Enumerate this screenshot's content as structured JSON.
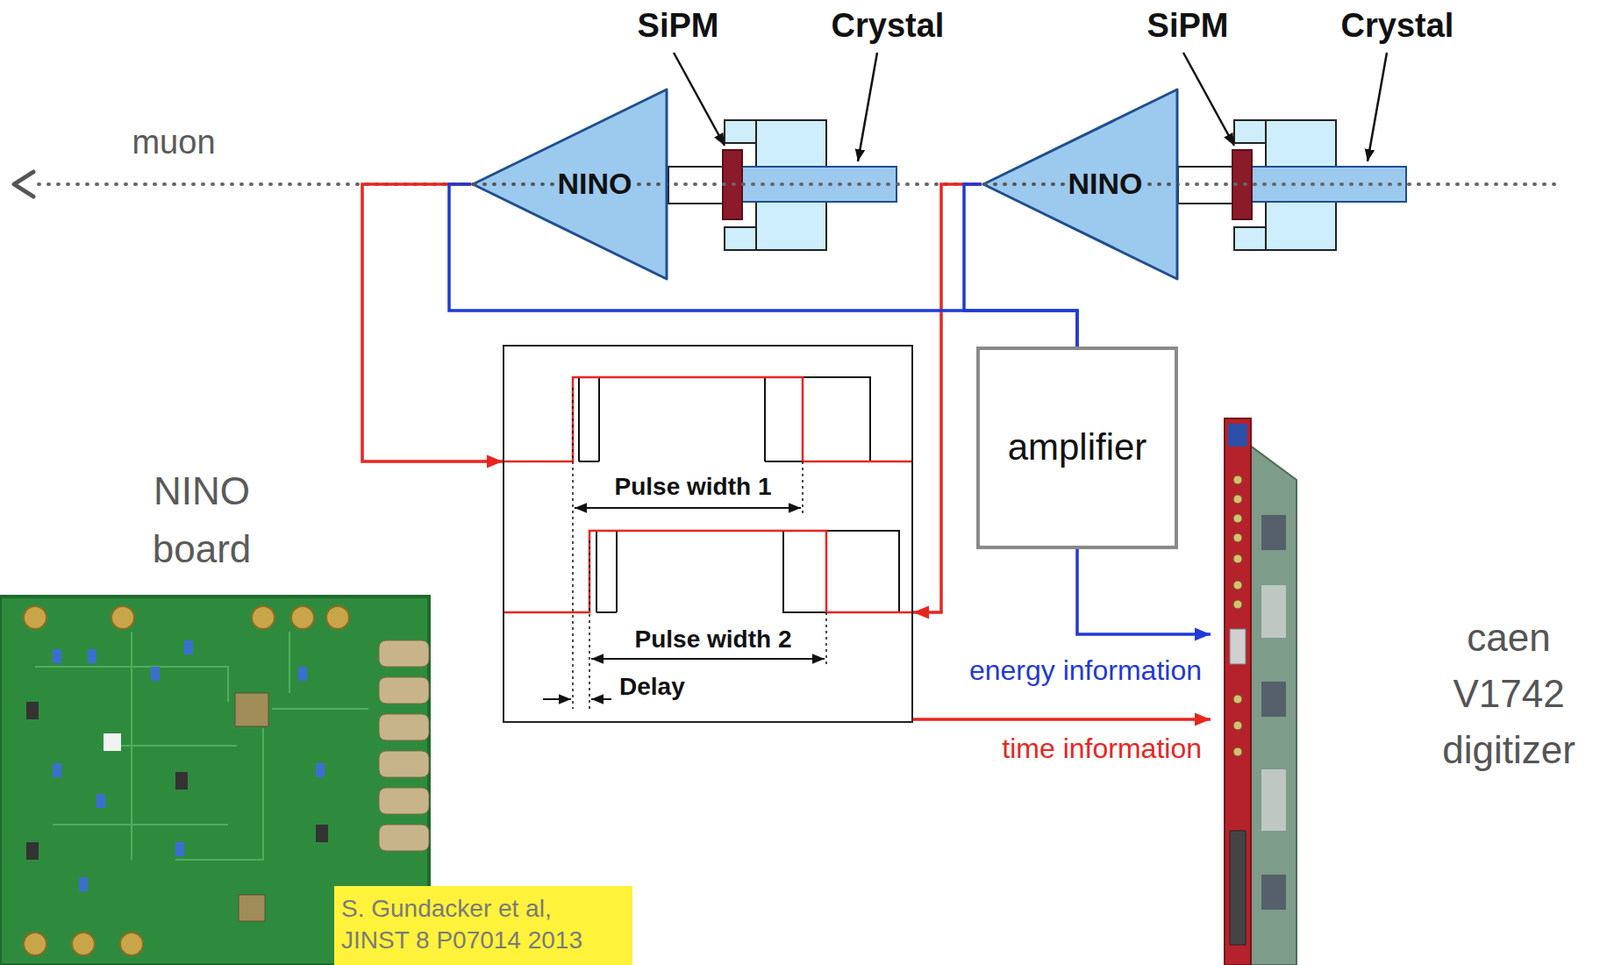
{
  "diagram": {
    "nodes": [
      {
        "text": [
          "NINO"
        ]
      },
      {
        "text": [
          "NINO"
        ]
      },
      {
        "text": [
          "Pulse width 1",
          "Pulse width 2",
          "Delay"
        ]
      },
      {
        "text": [
          "amplifier"
        ]
      },
      {
        "text": [
          "caen V1742 digitizer"
        ]
      }
    ],
    "edges": [
      {
        "from": 0,
        "to": 2,
        "arrow": "to"
      },
      {
        "from": 1,
        "to": 2,
        "arrow": "to"
      },
      {
        "from": 0,
        "to": 3,
        "arrow": "none"
      },
      {
        "from": 1,
        "to": 3,
        "arrow": "none"
      },
      {
        "from": 3,
        "to": 4,
        "arrow": "to",
        "label": "energy information"
      },
      {
        "from": 2,
        "to": 4,
        "arrow": "to",
        "label": "time information"
      }
    ],
    "labels": [
      "muon",
      "SiPM",
      "Crystal",
      "SiPM",
      "Crystal",
      "NINO board",
      "S. Gundacker et al, JINST 8 P07014 2013"
    ]
  }
}
